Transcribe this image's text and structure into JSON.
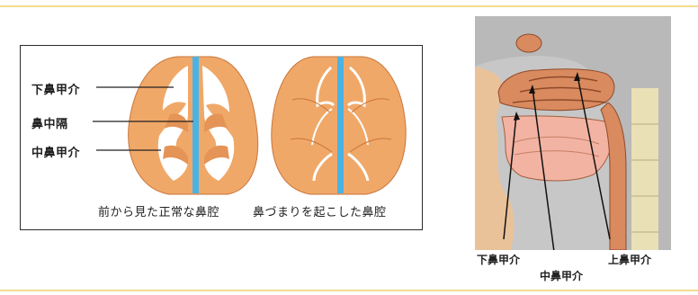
{
  "left_panel": {
    "labels": {
      "inferior_turbinate": "下鼻甲介",
      "septum": "鼻中隔",
      "middle_turbinate": "中鼻甲介"
    },
    "captions": {
      "normal": "前から見た正常な鼻腔",
      "congested": "鼻づまりを起こした鼻腔"
    }
  },
  "right_panel": {
    "labels": {
      "inferior_turbinate": "下鼻甲介",
      "middle_turbinate": "中鼻甲介",
      "superior_turbinate": "上鼻甲介"
    }
  },
  "colors": {
    "tissue": "#f0a868",
    "septum": "#4ab3e6",
    "cavity": "#ffffff",
    "outline": "#c9753a",
    "frame_line": "#f3dc8e",
    "bone_gray": "#b9b9b9",
    "flesh": "#d98a5e",
    "throat": "#e9b9a3",
    "pink": "#f2b3a3"
  }
}
